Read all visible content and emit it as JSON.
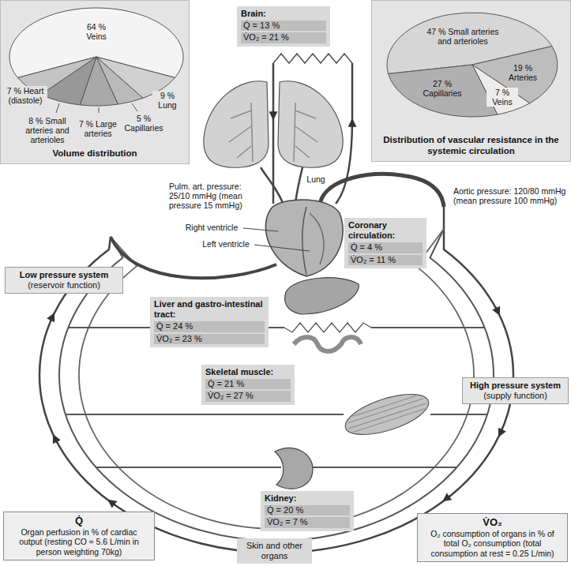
{
  "diagram": {
    "nodes": [
      {
        "text": [
          "Volume distribution"
        ]
      },
      {
        "text": [
          "Brain:",
          "Q̇ = 13 %",
          "V̇O₂ = 21 %"
        ]
      },
      {
        "text": [
          "Distribution of vascular resistance in the systemic circulation"
        ]
      },
      {
        "text": [
          "Coronary circulation:",
          "Q̇ = 4 %",
          "V̇O₂ = 11 %"
        ]
      },
      {
        "text": [
          "Low pressure system",
          "(reservoir function)"
        ]
      },
      {
        "text": [
          "Liver and gastro-intestinal tract:",
          "Q̇ = 24 %",
          "V̇O₂ = 23 %"
        ]
      },
      {
        "text": [
          "Skeletal muscle:",
          "Q̇ = 21 %",
          "V̇O₂ = 27 %"
        ]
      },
      {
        "text": [
          "High pressure system",
          "(supply function)"
        ]
      },
      {
        "text": [
          "Kidney:",
          "Q̇ = 20 %",
          "V̇O₂ = 7 %"
        ]
      },
      {
        "text": [
          "Q̇",
          "Organ perfusion in % of cardiac output (resting CO ≈ 5.6 L/min in person weighting 70kg)"
        ]
      },
      {
        "text": [
          "Skin and other organs"
        ]
      },
      {
        "text": [
          "V̇O₂",
          "O₂ consumption of organs in % of total O₂ consumption (total consumption at rest = 0.25 L/min)"
        ]
      }
    ],
    "labels": [
      "64 % Veins",
      "7 % Heart (diastole)",
      "8 % Small arteries and arterioles",
      "7 % Large arteries",
      "5 % Capillaries",
      "9 % Lung",
      "47 % Small arteries and arterioles",
      "19 % Arteries",
      "27 % Capillaries",
      "7 % Veins",
      "Lung",
      "Pulm. art. pressure: 25/10 mmHg (mean pressure 15 mmHg)",
      "Aortic pressure: 120/80 mmHg (mean pressure 100 mmHg)",
      "Right ventricle",
      "Left ventricle"
    ]
  }
}
